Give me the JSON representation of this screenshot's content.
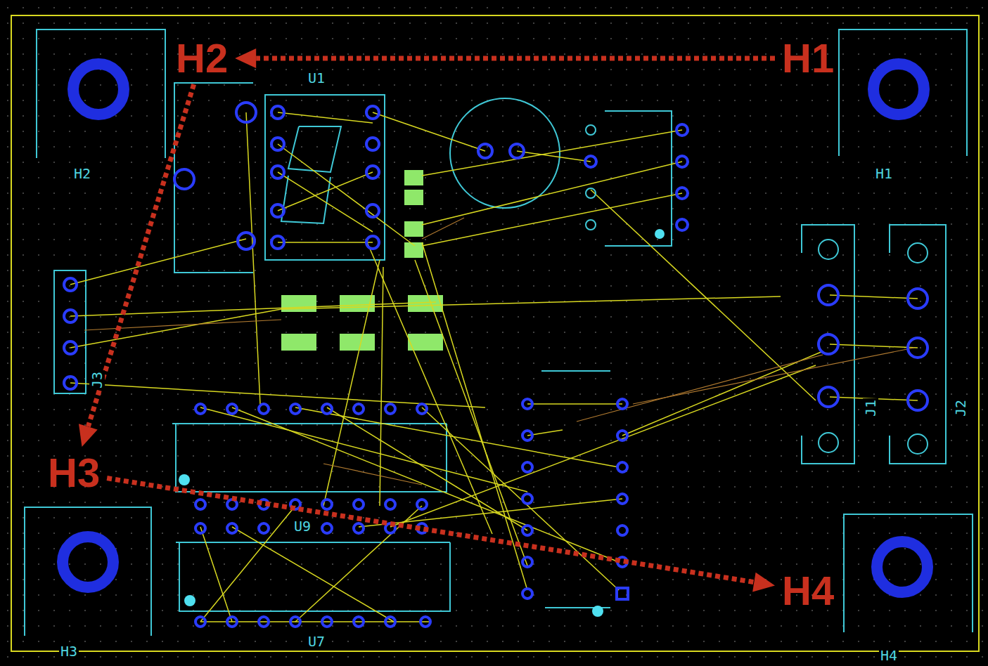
{
  "diagram": {
    "nodes": [
      {
        "text": [
          "H1"
        ]
      },
      {
        "text": [
          "H2"
        ]
      },
      {
        "text": [
          "H3"
        ]
      },
      {
        "text": [
          "H4"
        ]
      }
    ],
    "edges": [
      {
        "from": 0,
        "to": 1,
        "arrow": "to"
      },
      {
        "from": 1,
        "to": 2,
        "arrow": "to"
      },
      {
        "from": 2,
        "to": 3,
        "arrow": "to"
      }
    ],
    "labels": [
      "U1",
      "H2",
      "H1",
      "J3",
      "J1",
      "J2",
      "U9",
      "U7",
      "H3",
      "H4"
    ]
  }
}
